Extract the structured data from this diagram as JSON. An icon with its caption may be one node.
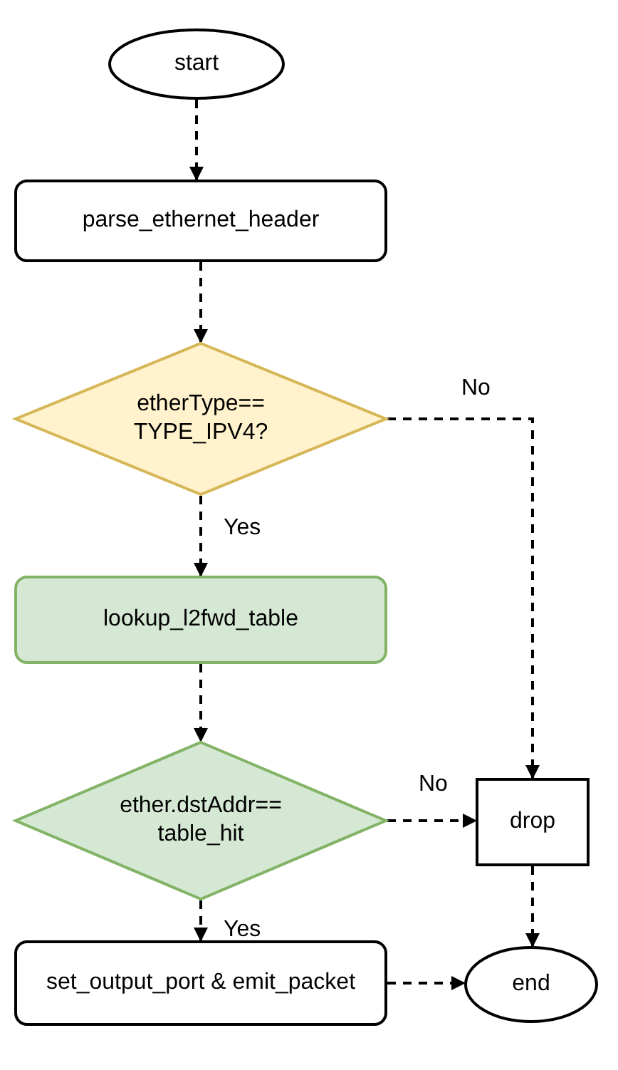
{
  "diagram": {
    "nodes": [
      {
        "text": [
          "start"
        ]
      },
      {
        "text": [
          "parse_ethernet_header"
        ]
      },
      {
        "text": [
          "etherType== TYPE_IPV4?"
        ]
      },
      {
        "text": [
          "lookup_l2fwd_table"
        ]
      },
      {
        "text": [
          "ether.dstAddr== table_hit"
        ]
      },
      {
        "text": [
          "drop"
        ]
      },
      {
        "text": [
          "set_output_port & emit_packet"
        ]
      },
      {
        "text": [
          "end"
        ]
      }
    ],
    "edges": [
      {
        "from": 0,
        "to": 1,
        "arrow": "to",
        "style": "dashed"
      },
      {
        "from": 1,
        "to": 2,
        "arrow": "to",
        "style": "dashed"
      },
      {
        "from": 2,
        "to": 3,
        "arrow": "to",
        "style": "dashed",
        "label": "Yes"
      },
      {
        "from": 2,
        "to": 5,
        "arrow": "to",
        "style": "dashed",
        "label": "No"
      },
      {
        "from": 3,
        "to": 4,
        "arrow": "to",
        "style": "dashed"
      },
      {
        "from": 4,
        "to": 5,
        "arrow": "to",
        "style": "dashed",
        "label": "No"
      },
      {
        "from": 4,
        "to": 6,
        "arrow": "to",
        "style": "dashed",
        "label": "Yes"
      },
      {
        "from": 5,
        "to": 7,
        "arrow": "to",
        "style": "dashed"
      },
      {
        "from": 6,
        "to": 7,
        "arrow": "to",
        "style": "dashed"
      }
    ]
  }
}
